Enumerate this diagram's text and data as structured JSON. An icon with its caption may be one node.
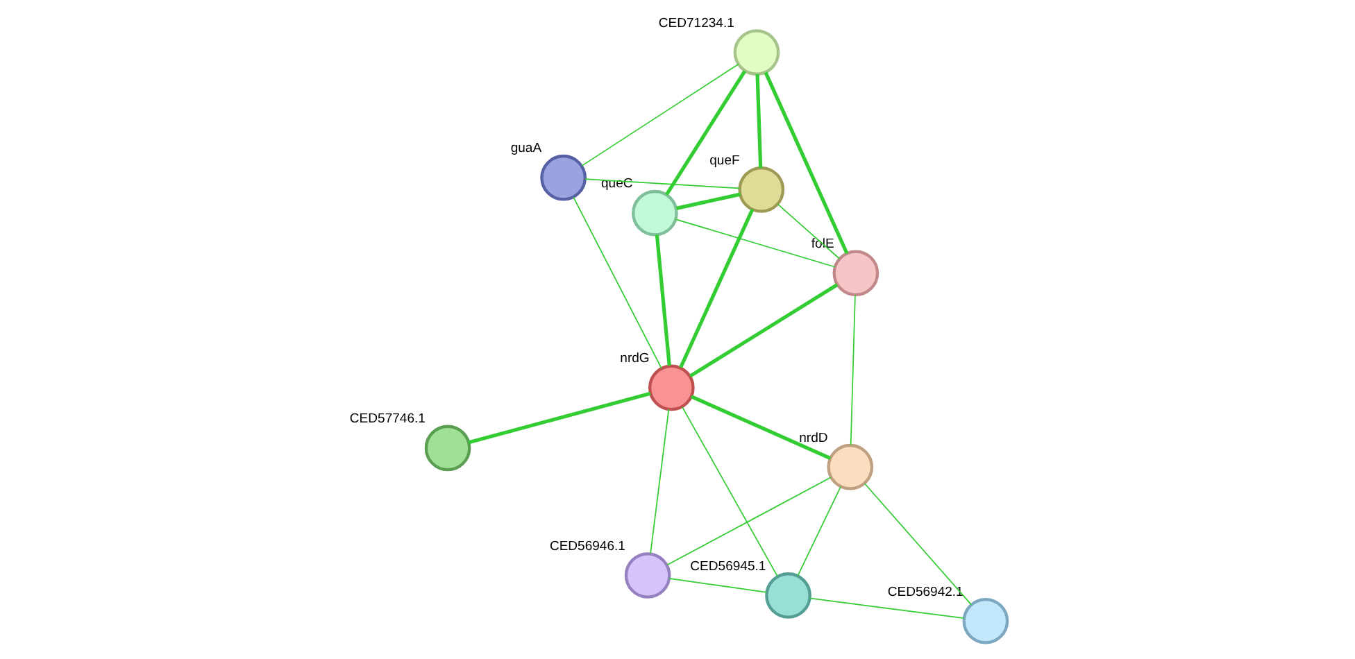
{
  "diagram": {
    "nodes": [
      {
        "text": [],
        "shape": "circle",
        "beside": [
          "queC"
        ]
      },
      {
        "text": [],
        "shape": "circle",
        "beside": [
          "CED71234.1"
        ]
      },
      {
        "text": [],
        "shape": "circle",
        "beside": [
          "guaA"
        ]
      },
      {
        "text": [],
        "shape": "circle",
        "beside": [
          "queF"
        ]
      },
      {
        "text": [],
        "shape": "circle",
        "beside": [
          "folE"
        ]
      },
      {
        "text": [],
        "shape": "circle",
        "beside": [
          "CED57746.1"
        ]
      },
      {
        "text": [],
        "shape": "circle",
        "beside": [
          "nrdG"
        ]
      },
      {
        "text": [],
        "shape": "circle",
        "beside": [
          "nrdD"
        ]
      },
      {
        "text": [],
        "shape": "circle",
        "beside": [
          "CED56945.1"
        ]
      },
      {
        "text": [],
        "shape": "circle",
        "beside": [
          "CED56942.1"
        ]
      },
      {
        "text": [],
        "shape": "circle",
        "beside": [
          "CED56946.1"
        ]
      }
    ],
    "edges": [
      {
        "from": 0,
        "to": 1,
        "arrow": "none",
        "style": "thick"
      },
      {
        "from": 0,
        "to": 3,
        "arrow": "none",
        "style": "thick"
      },
      {
        "from": 0,
        "to": 6,
        "arrow": "none",
        "style": "thick"
      },
      {
        "from": 0,
        "to": 4,
        "arrow": "none"
      },
      {
        "from": 1,
        "to": 3,
        "arrow": "none",
        "style": "thick"
      },
      {
        "from": 1,
        "to": 2,
        "arrow": "none"
      },
      {
        "from": 1,
        "to": 4,
        "arrow": "none",
        "style": "thick"
      },
      {
        "from": 3,
        "to": 2,
        "arrow": "none"
      },
      {
        "from": 3,
        "to": 4,
        "arrow": "none"
      },
      {
        "from": 3,
        "to": 6,
        "arrow": "none",
        "style": "thick"
      },
      {
        "from": 2,
        "to": 6,
        "arrow": "none"
      },
      {
        "from": 4,
        "to": 6,
        "arrow": "none",
        "style": "thick"
      },
      {
        "from": 5,
        "to": 6,
        "arrow": "none",
        "style": "thick"
      },
      {
        "from": 6,
        "to": 7,
        "arrow": "none",
        "style": "thick"
      },
      {
        "from": 4,
        "to": 7,
        "arrow": "none"
      },
      {
        "from": 6,
        "to": 8,
        "arrow": "none"
      },
      {
        "from": 6,
        "to": 10,
        "arrow": "none"
      },
      {
        "from": 7,
        "to": 8,
        "arrow": "none"
      },
      {
        "from": 7,
        "to": 9,
        "arrow": "none"
      },
      {
        "from": 7,
        "to": 10,
        "arrow": "none"
      },
      {
        "from": 8,
        "to": 9,
        "arrow": "none"
      },
      {
        "from": 8,
        "to": 10,
        "arrow": "none"
      }
    ]
  }
}
